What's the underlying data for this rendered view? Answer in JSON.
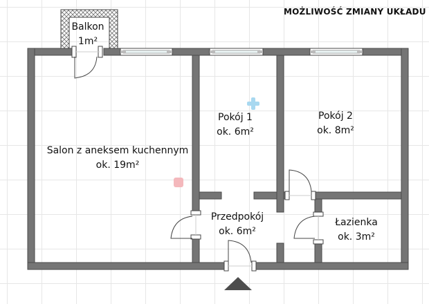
{
  "header": {
    "title": "MOŻLIWOŚĆ ZMIANY UKŁADU"
  },
  "rooms": [
    {
      "id": "balkon",
      "name": "Balkon",
      "area": "1m²"
    },
    {
      "id": "salon",
      "name": "Salon z aneksem kuchennym",
      "area": "ok. 19m²"
    },
    {
      "id": "pokoj1",
      "name": "Pokój 1",
      "area": "ok. 6m²"
    },
    {
      "id": "pokoj2",
      "name": "Pokój 2",
      "area": "ok. 8m²"
    },
    {
      "id": "przedpokoj",
      "name": "Przedpokój",
      "area": "ok. 6m²"
    },
    {
      "id": "lazienka",
      "name": "Łazienka",
      "area": "ok. 3m²"
    }
  ],
  "icons": {
    "entrance": "entrance-arrow-icon",
    "watermark_plus": "plus-icon",
    "watermark_square": "square-icon"
  },
  "colors": {
    "wall": "#757575",
    "wall_stroke": "#4a4a4a",
    "grid": "#e6e6e6",
    "window_glass": "#eef8f8",
    "entrance_arrow": "#4d4d4d",
    "watermark_plus": "#a8d8f0",
    "watermark_square": "#f4b8bc"
  }
}
